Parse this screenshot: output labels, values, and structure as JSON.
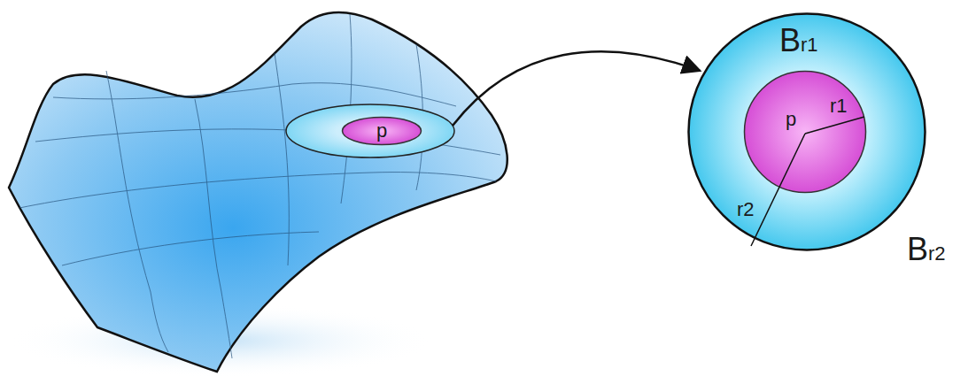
{
  "diagram": {
    "nodes": [
      {
        "text": [
          "p"
        ]
      },
      {
        "text": [
          "Br2",
          "r2"
        ]
      },
      {
        "text": [
          "Br1",
          "p",
          "r1"
        ],
        "in": 1
      }
    ],
    "edges": [
      {
        "from": 0,
        "to": 1,
        "arrow": "to"
      }
    ]
  }
}
